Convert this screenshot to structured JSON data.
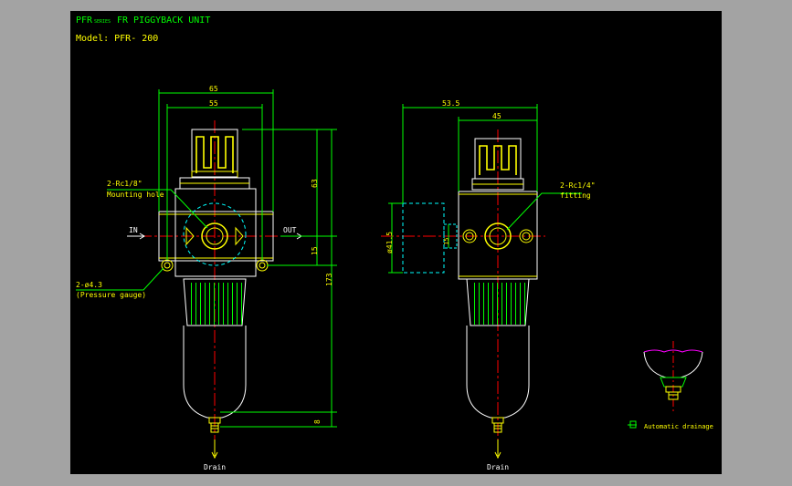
{
  "title": {
    "line1_a": "PFR",
    "line1_series": "SERIES",
    "line1_b": "FR  PIGGYBACK UNIT",
    "model": "Model: PFR- 200"
  },
  "front_view": {
    "dim_overall_width": "65",
    "dim_body_width": "55",
    "dim_top_height": "63",
    "dim_port_offset": "15",
    "dim_total_height": "173",
    "dim_drain": "8",
    "port_in": "IN",
    "port_out": "OUT",
    "callout_mount_1": "2-Rc1/8\"",
    "callout_mount_2": "Mounting hole",
    "callout_gauge_1": "2-ø4.3",
    "callout_gauge_2": "(Pressure gauge)",
    "drain_label": "Drain"
  },
  "side_view": {
    "dim_overall_width": "53.5",
    "dim_body_width": "45",
    "dim_gauge_dia": "ø41.5",
    "dim_small": "15",
    "callout_fitting_1": "2-Rc1/4\"",
    "callout_fitting_2": "fitting",
    "drain_label": "Drain"
  },
  "detail": {
    "legend": "Automatic drainage"
  },
  "colors": {
    "background": "#000000",
    "frame": "#a3a3a3",
    "text": "#ffff00",
    "dims": "#00ff00",
    "outline": "#ffffff",
    "centerline": "#ff0000",
    "hidden": "#00ffff",
    "detail": "#ff00ff"
  }
}
